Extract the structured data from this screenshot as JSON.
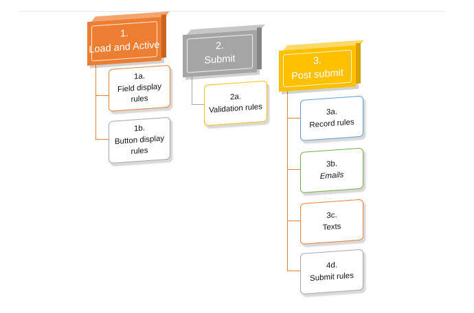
{
  "colors": {
    "orange": "#ED7D31",
    "orange_dark": "#C9631E",
    "gray": "#A5A5A5",
    "gray_dark": "#858585",
    "gold": "#FFC000",
    "gold_dark": "#D9A200",
    "blue": "#5B9BD5",
    "green": "#70AD47",
    "silver": "#A5A5A5"
  },
  "groups": [
    {
      "number": "1.",
      "title": "Load and Active",
      "children": [
        {
          "number": "1a.",
          "label": "Field display rules"
        },
        {
          "number": "1b.",
          "label": "Button display rules"
        }
      ]
    },
    {
      "number": "2.",
      "title": "Submit",
      "children": [
        {
          "number": "2a.",
          "label": "Validation rules"
        }
      ]
    },
    {
      "number": "3.",
      "title": "Post submit",
      "children": [
        {
          "number": "3a.",
          "label": "Record rules"
        },
        {
          "number": "3b.",
          "label": "Emails"
        },
        {
          "number": "3c.",
          "label": "Texts"
        },
        {
          "number": "4d.",
          "label": "Submit rules"
        }
      ]
    }
  ]
}
